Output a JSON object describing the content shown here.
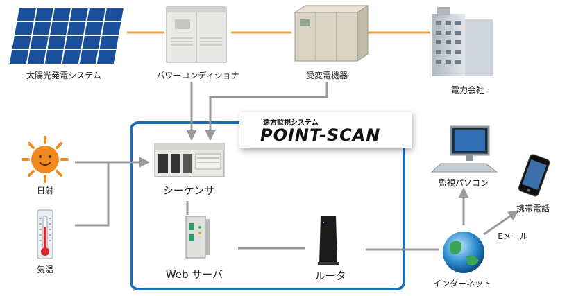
{
  "labels": {
    "solar": "太陽光発電システム",
    "power_conditioner": "パワーコンディショナ",
    "substation": "受変電機器",
    "power_company": "電力会社",
    "sunlight": "日射",
    "temperature": "気温",
    "sequencer": "シーケンサ",
    "web_server": "Web サーバ",
    "router": "ルータ",
    "monitor_pc": "監視パソコン",
    "mobile_phone": "携帯電話",
    "email": "Eメール",
    "internet": "インターネット"
  },
  "product": {
    "subtitle": "遠方監視システム",
    "name": "POINT-SCAN"
  },
  "colors": {
    "power_line": "#f0a030",
    "signal_line": "#999999",
    "system_frame": "#1f6eb5",
    "sun": "#f08a1e",
    "globe": "#2f8fd0"
  }
}
